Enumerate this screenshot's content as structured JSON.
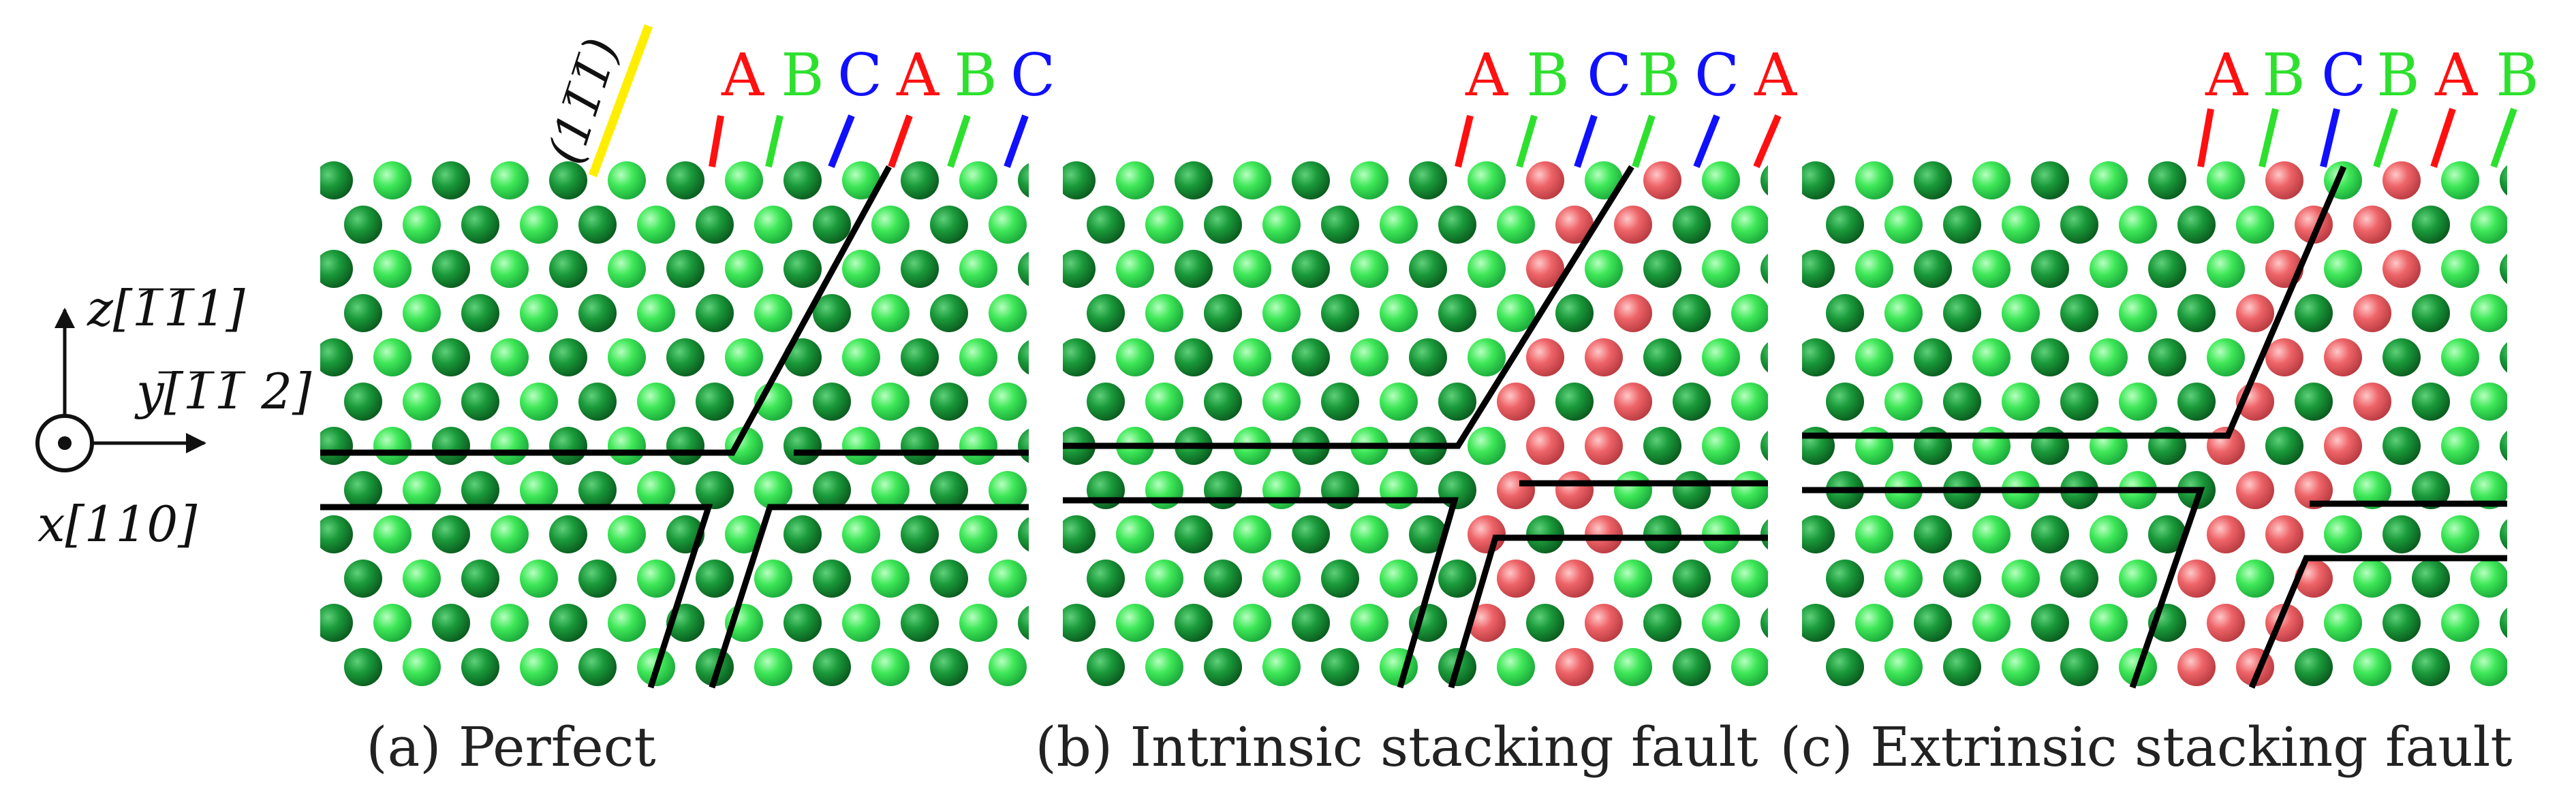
{
  "colors": {
    "A": "#ff1010",
    "B": "#2ee02e",
    "C": "#1010ff",
    "plane_marker": "#ffee00",
    "atom_light": "#39e04a",
    "atom_dark": "#139a2c",
    "atom_fault": "#e8585c",
    "boundary_line": "#000000"
  },
  "axes": {
    "z_label": "z[1̅1̅1]",
    "y_label": "y[̅1̅1̅ 2]",
    "x_label": "x[110]",
    "plane_label": "(11̅1̅)"
  },
  "panels": [
    {
      "key": "a",
      "caption": "(a) Perfect",
      "stacking": [
        "A",
        "B",
        "C",
        "A",
        "B",
        "C"
      ]
    },
    {
      "key": "b",
      "caption": "(b) Intrinsic stacking fault",
      "stacking": [
        "A",
        "B",
        "C",
        "B",
        "C",
        "A"
      ]
    },
    {
      "key": "c",
      "caption": "(c) Extrinsic stacking fault",
      "stacking": [
        "A",
        "B",
        "C",
        "B",
        "A",
        "B"
      ]
    }
  ]
}
